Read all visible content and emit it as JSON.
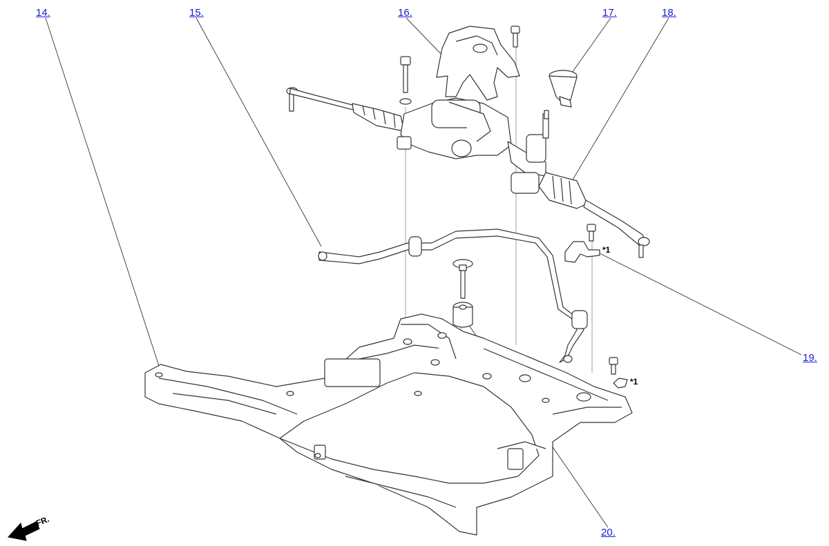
{
  "callouts": [
    {
      "id": "c14",
      "label": "14."
    },
    {
      "id": "c15",
      "label": "15."
    },
    {
      "id": "c16",
      "label": "16."
    },
    {
      "id": "c17",
      "label": "17."
    },
    {
      "id": "c18",
      "label": "18."
    },
    {
      "id": "c19",
      "label": "19."
    },
    {
      "id": "c20",
      "label": "20."
    }
  ],
  "notes": {
    "note_a": "*1",
    "note_b": "*1"
  },
  "direction": {
    "label": "FR."
  }
}
